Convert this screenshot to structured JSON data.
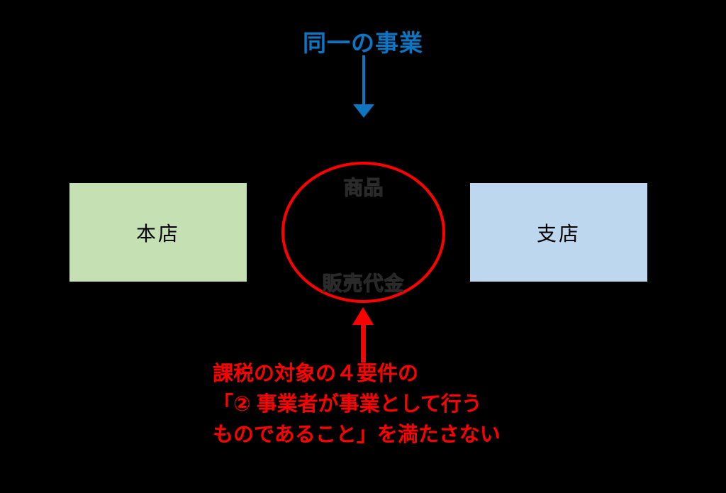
{
  "diagram": {
    "title": "同一の事業",
    "head_office_box": {
      "label": "本店"
    },
    "branch_box": {
      "label": "支店"
    },
    "circle": {
      "top_text": "商品",
      "bottom_text": "販売代金"
    },
    "annotation": {
      "line1": "課税の対象の４要件の",
      "line2": "「② 事業者が事業として行う",
      "line3": "ものであること」を満たさない"
    }
  },
  "colors": {
    "background": "#000000",
    "accent-blue": "#0f75c0",
    "accent-red": "#ff0000",
    "box-green": "#c5e0b3",
    "box-blue": "#bdd7ee",
    "box-text": "#000000",
    "hidden-text-edge": "#2b2b2b"
  }
}
